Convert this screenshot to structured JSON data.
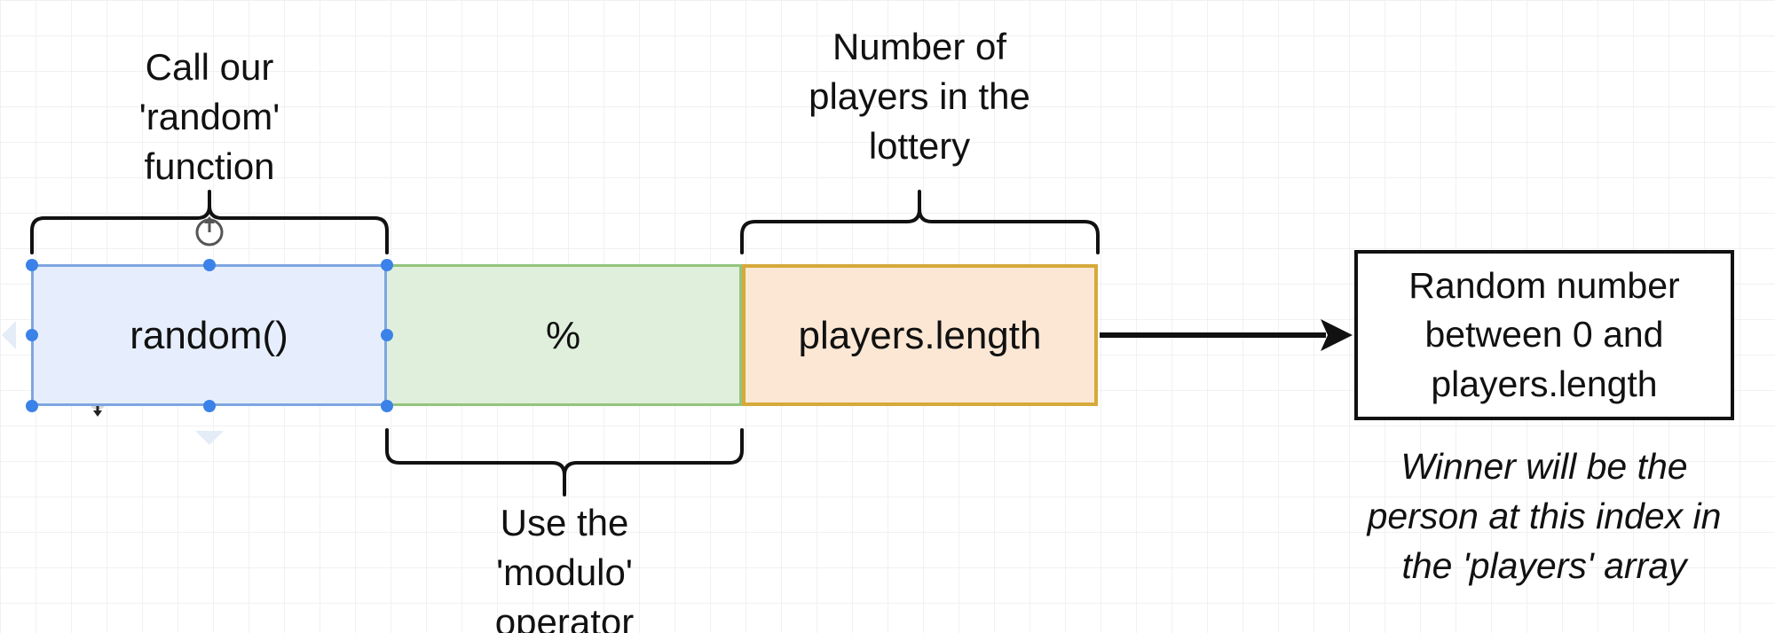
{
  "diagram": {
    "boxes": {
      "random": "random()",
      "modulo": "%",
      "players": "players.length",
      "result": "Random number\nbetween 0 and\nplayers.length"
    },
    "labels": {
      "random": "Call our\n'random'\nfunction",
      "players": "Number of\nplayers in the\nlottery",
      "modulo": "Use the\n'modulo'\noperator",
      "winner": "Winner will be the\nperson at this index in\nthe 'players' array"
    }
  },
  "colors": {
    "random_fill": "#e6eefd",
    "random_border": "#7ea6e0",
    "modulo_fill": "#e0efdb",
    "modulo_border": "#93c47d",
    "players_fill": "#fbe7d4",
    "players_border": "#d6a93a",
    "selection_handle": "#3b82e8"
  },
  "icons": {
    "rotate": "rotate-icon",
    "move": "move-cursor-icon"
  }
}
